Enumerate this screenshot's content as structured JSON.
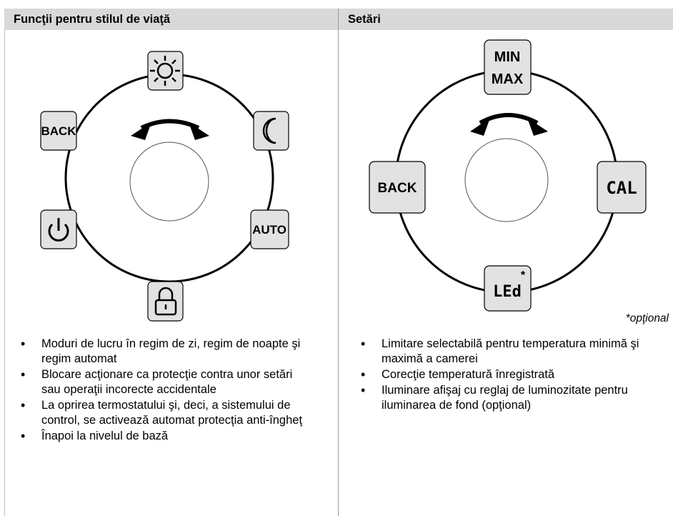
{
  "left": {
    "header": "Funcţii pentru stilul de viaţă",
    "buttons": {
      "back": "BACK",
      "auto": "AUTO"
    },
    "icons": [
      "sun-icon",
      "moon-icon",
      "power-icon",
      "lock-icon",
      "rotate-arrow-icon"
    ],
    "bullets": [
      "Moduri de lucru în regim de zi, regim de noapte şi regim automat",
      "Blocare acţionare ca protecţie contra unor setări sau operaţii incorecte accidentale",
      "La oprirea termostatului şi, deci, a sistemului de control, se activează automat protecţia anti-îngheţ",
      "Înapoi la nivelul de bază"
    ]
  },
  "right": {
    "header": "Setări",
    "buttons": {
      "min": "MIN",
      "max": "MAX",
      "back": "BACK",
      "cal": "CAL",
      "led": "LEd",
      "led_star": "*"
    },
    "optional_note": "*opţional",
    "bullets": [
      "Limitare selectabilă pentru temperatura minimă şi maximă a camerei",
      "Corecţie temperatură înregistrată",
      "Iluminare afişaj cu reglaj de luminozitate pentru iluminarea de fond (opţional)"
    ]
  }
}
